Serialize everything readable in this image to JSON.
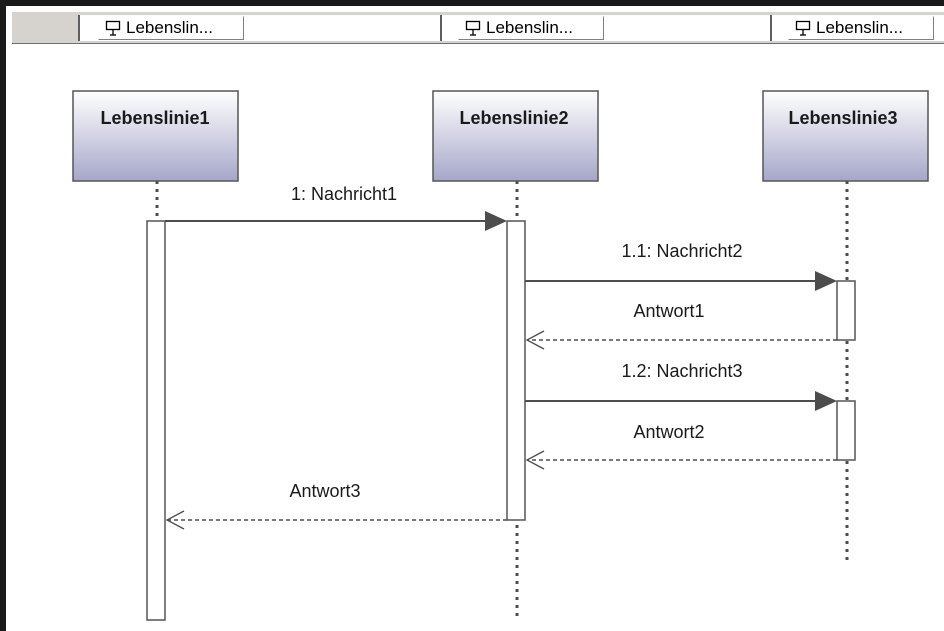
{
  "header": {
    "columns": [
      {
        "label": "Lebenslin...",
        "icon": "lifeline-icon"
      },
      {
        "label": "Lebenslin...",
        "icon": "lifeline-icon"
      },
      {
        "label": "Lebenslin...",
        "icon": "lifeline-icon"
      }
    ]
  },
  "lifelines": [
    {
      "name": "Lebenslinie1"
    },
    {
      "name": "Lebenslinie2"
    },
    {
      "name": "Lebenslinie3"
    }
  ],
  "messages": [
    {
      "label": "1: Nachricht1",
      "kind": "call"
    },
    {
      "label": "1.1: Nachricht2",
      "kind": "call"
    },
    {
      "label": "Antwort1",
      "kind": "reply"
    },
    {
      "label": "1.2: Nachricht3",
      "kind": "call"
    },
    {
      "label": "Antwort2",
      "kind": "reply"
    },
    {
      "label": "Antwort3",
      "kind": "reply"
    }
  ],
  "colors": {
    "header_bg": "#d6d3ce",
    "lifeline_top": "#ffffff",
    "lifeline_bottom": "#a6a7c9",
    "line": "#4d4d4d"
  }
}
